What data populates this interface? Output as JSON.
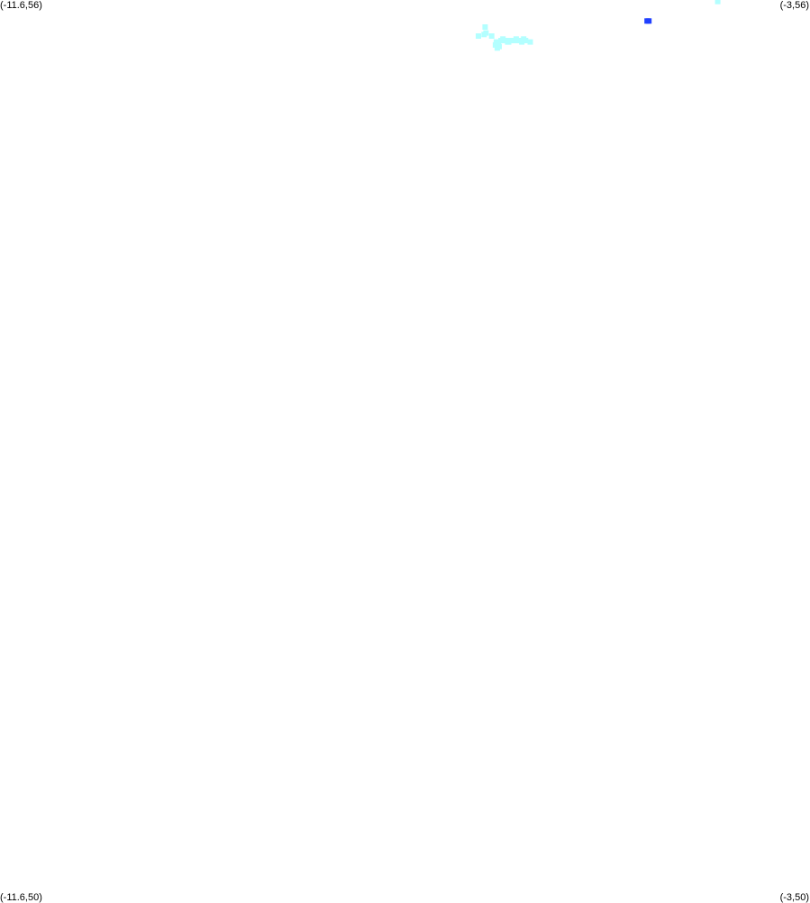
{
  "corners": {
    "top_left": "(-11.6,56)",
    "top_right": "(-3,56)",
    "bottom_left": "(-11.6,50)",
    "bottom_right": "(-3,50)"
  },
  "extent": {
    "lon": [
      -11.6,
      -3
    ],
    "lat": [
      50,
      56
    ]
  },
  "colors": {
    "light": "#b3ffff",
    "dark": "#2040ff"
  },
  "points": [
    {
      "lon": -3.98,
      "lat": 55.99,
      "color": "light"
    },
    {
      "lon": -4.73,
      "lat": 55.86,
      "color": "dark"
    },
    {
      "lon": -4.71,
      "lat": 55.86,
      "color": "dark"
    },
    {
      "lon": -6.45,
      "lat": 55.82,
      "color": "light"
    },
    {
      "lon": -6.46,
      "lat": 55.77,
      "color": "light"
    },
    {
      "lon": -6.44,
      "lat": 55.78,
      "color": "light"
    },
    {
      "lon": -6.52,
      "lat": 55.76,
      "color": "light"
    },
    {
      "lon": -6.38,
      "lat": 55.76,
      "color": "light"
    },
    {
      "lon": -6.12,
      "lat": 55.74,
      "color": "light"
    },
    {
      "lon": -6.22,
      "lat": 55.73,
      "color": "light"
    },
    {
      "lon": -6.24,
      "lat": 55.73,
      "color": "light"
    },
    {
      "lon": -6.21,
      "lat": 55.72,
      "color": "light"
    },
    {
      "lon": -6.2,
      "lat": 55.72,
      "color": "light"
    },
    {
      "lon": -6.18,
      "lat": 55.73,
      "color": "light"
    },
    {
      "lon": -6.17,
      "lat": 55.73,
      "color": "light"
    },
    {
      "lon": -6.15,
      "lat": 55.73,
      "color": "light"
    },
    {
      "lon": -6.1,
      "lat": 55.73,
      "color": "light"
    },
    {
      "lon": -6.02,
      "lat": 55.73,
      "color": "light"
    },
    {
      "lon": -5.97,
      "lat": 55.72,
      "color": "light"
    },
    {
      "lon": -6.33,
      "lat": 55.72,
      "color": "light"
    },
    {
      "lon": -6.31,
      "lat": 55.71,
      "color": "light"
    },
    {
      "lon": -6.34,
      "lat": 55.7,
      "color": "light"
    },
    {
      "lon": -6.3,
      "lat": 55.69,
      "color": "light"
    },
    {
      "lon": -6.32,
      "lat": 55.68,
      "color": "light"
    },
    {
      "lon": -6.28,
      "lat": 55.73,
      "color": "light"
    },
    {
      "lon": -6.26,
      "lat": 55.74,
      "color": "light"
    },
    {
      "lon": -6.06,
      "lat": 55.72,
      "color": "light"
    },
    {
      "lon": -6.08,
      "lat": 55.73,
      "color": "light"
    },
    {
      "lon": -6.04,
      "lat": 55.74,
      "color": "light"
    }
  ]
}
